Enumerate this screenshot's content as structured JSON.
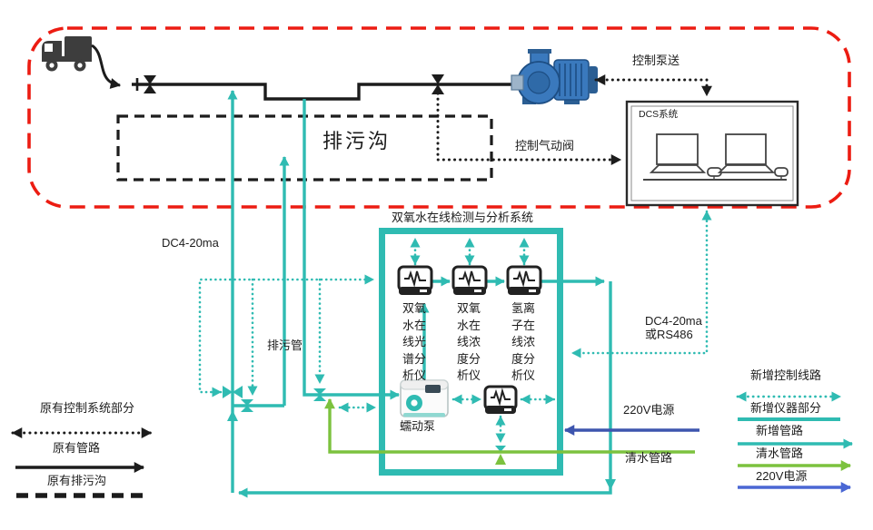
{
  "colors": {
    "teal": "#2fbbb2",
    "red_boundary": "#ec1c12",
    "green_clean_water": "#7cc23e",
    "blue_power": "#3d55ae",
    "blue_power_legend": "#4a67d4",
    "black_line": "#1c1c1c",
    "pump_blue": "#3a79bd"
  },
  "top": {
    "truck_icon": "delivery-truck",
    "pump_control_label": "控制泵送",
    "valve_control_label": "控制气动阀",
    "ditch_label": "排污沟",
    "dcs_title": "DCS系统"
  },
  "system": {
    "title": "双氧水在线检测与分析系统",
    "instruments": [
      {
        "label": "双氧水在线光谱分析仪"
      },
      {
        "label": "双氧水在线浓度分析仪"
      },
      {
        "label": "氢离子在线浓度分析仪"
      }
    ],
    "pump_label": "蠕动泵"
  },
  "annotations": {
    "dc420ma": "DC4-20ma",
    "drain_pipe": "排污管",
    "dcs_link_line1": "DC4-20ma",
    "dcs_link_line2": "或RS486",
    "power": "220V电源",
    "clean_water": "清水管路"
  },
  "legend_left": {
    "items": [
      {
        "label": "原有控制系统部分",
        "style": "black-dotted-double-arrow"
      },
      {
        "label": "原有管路",
        "style": "black-solid-arrow"
      },
      {
        "label": "原有排污沟",
        "style": "black-dashed-line"
      }
    ]
  },
  "legend_right": {
    "items": [
      {
        "label": "新增控制线路",
        "style": "teal-dotted-double-arrow"
      },
      {
        "label": "新增仪器部分",
        "style": "teal-solid-line"
      },
      {
        "label": "新增管路",
        "style": "teal-solid-arrow"
      },
      {
        "label": "清水管路",
        "style": "green-solid-arrow"
      },
      {
        "label": "220V电源",
        "style": "blue-solid-arrow"
      }
    ]
  }
}
